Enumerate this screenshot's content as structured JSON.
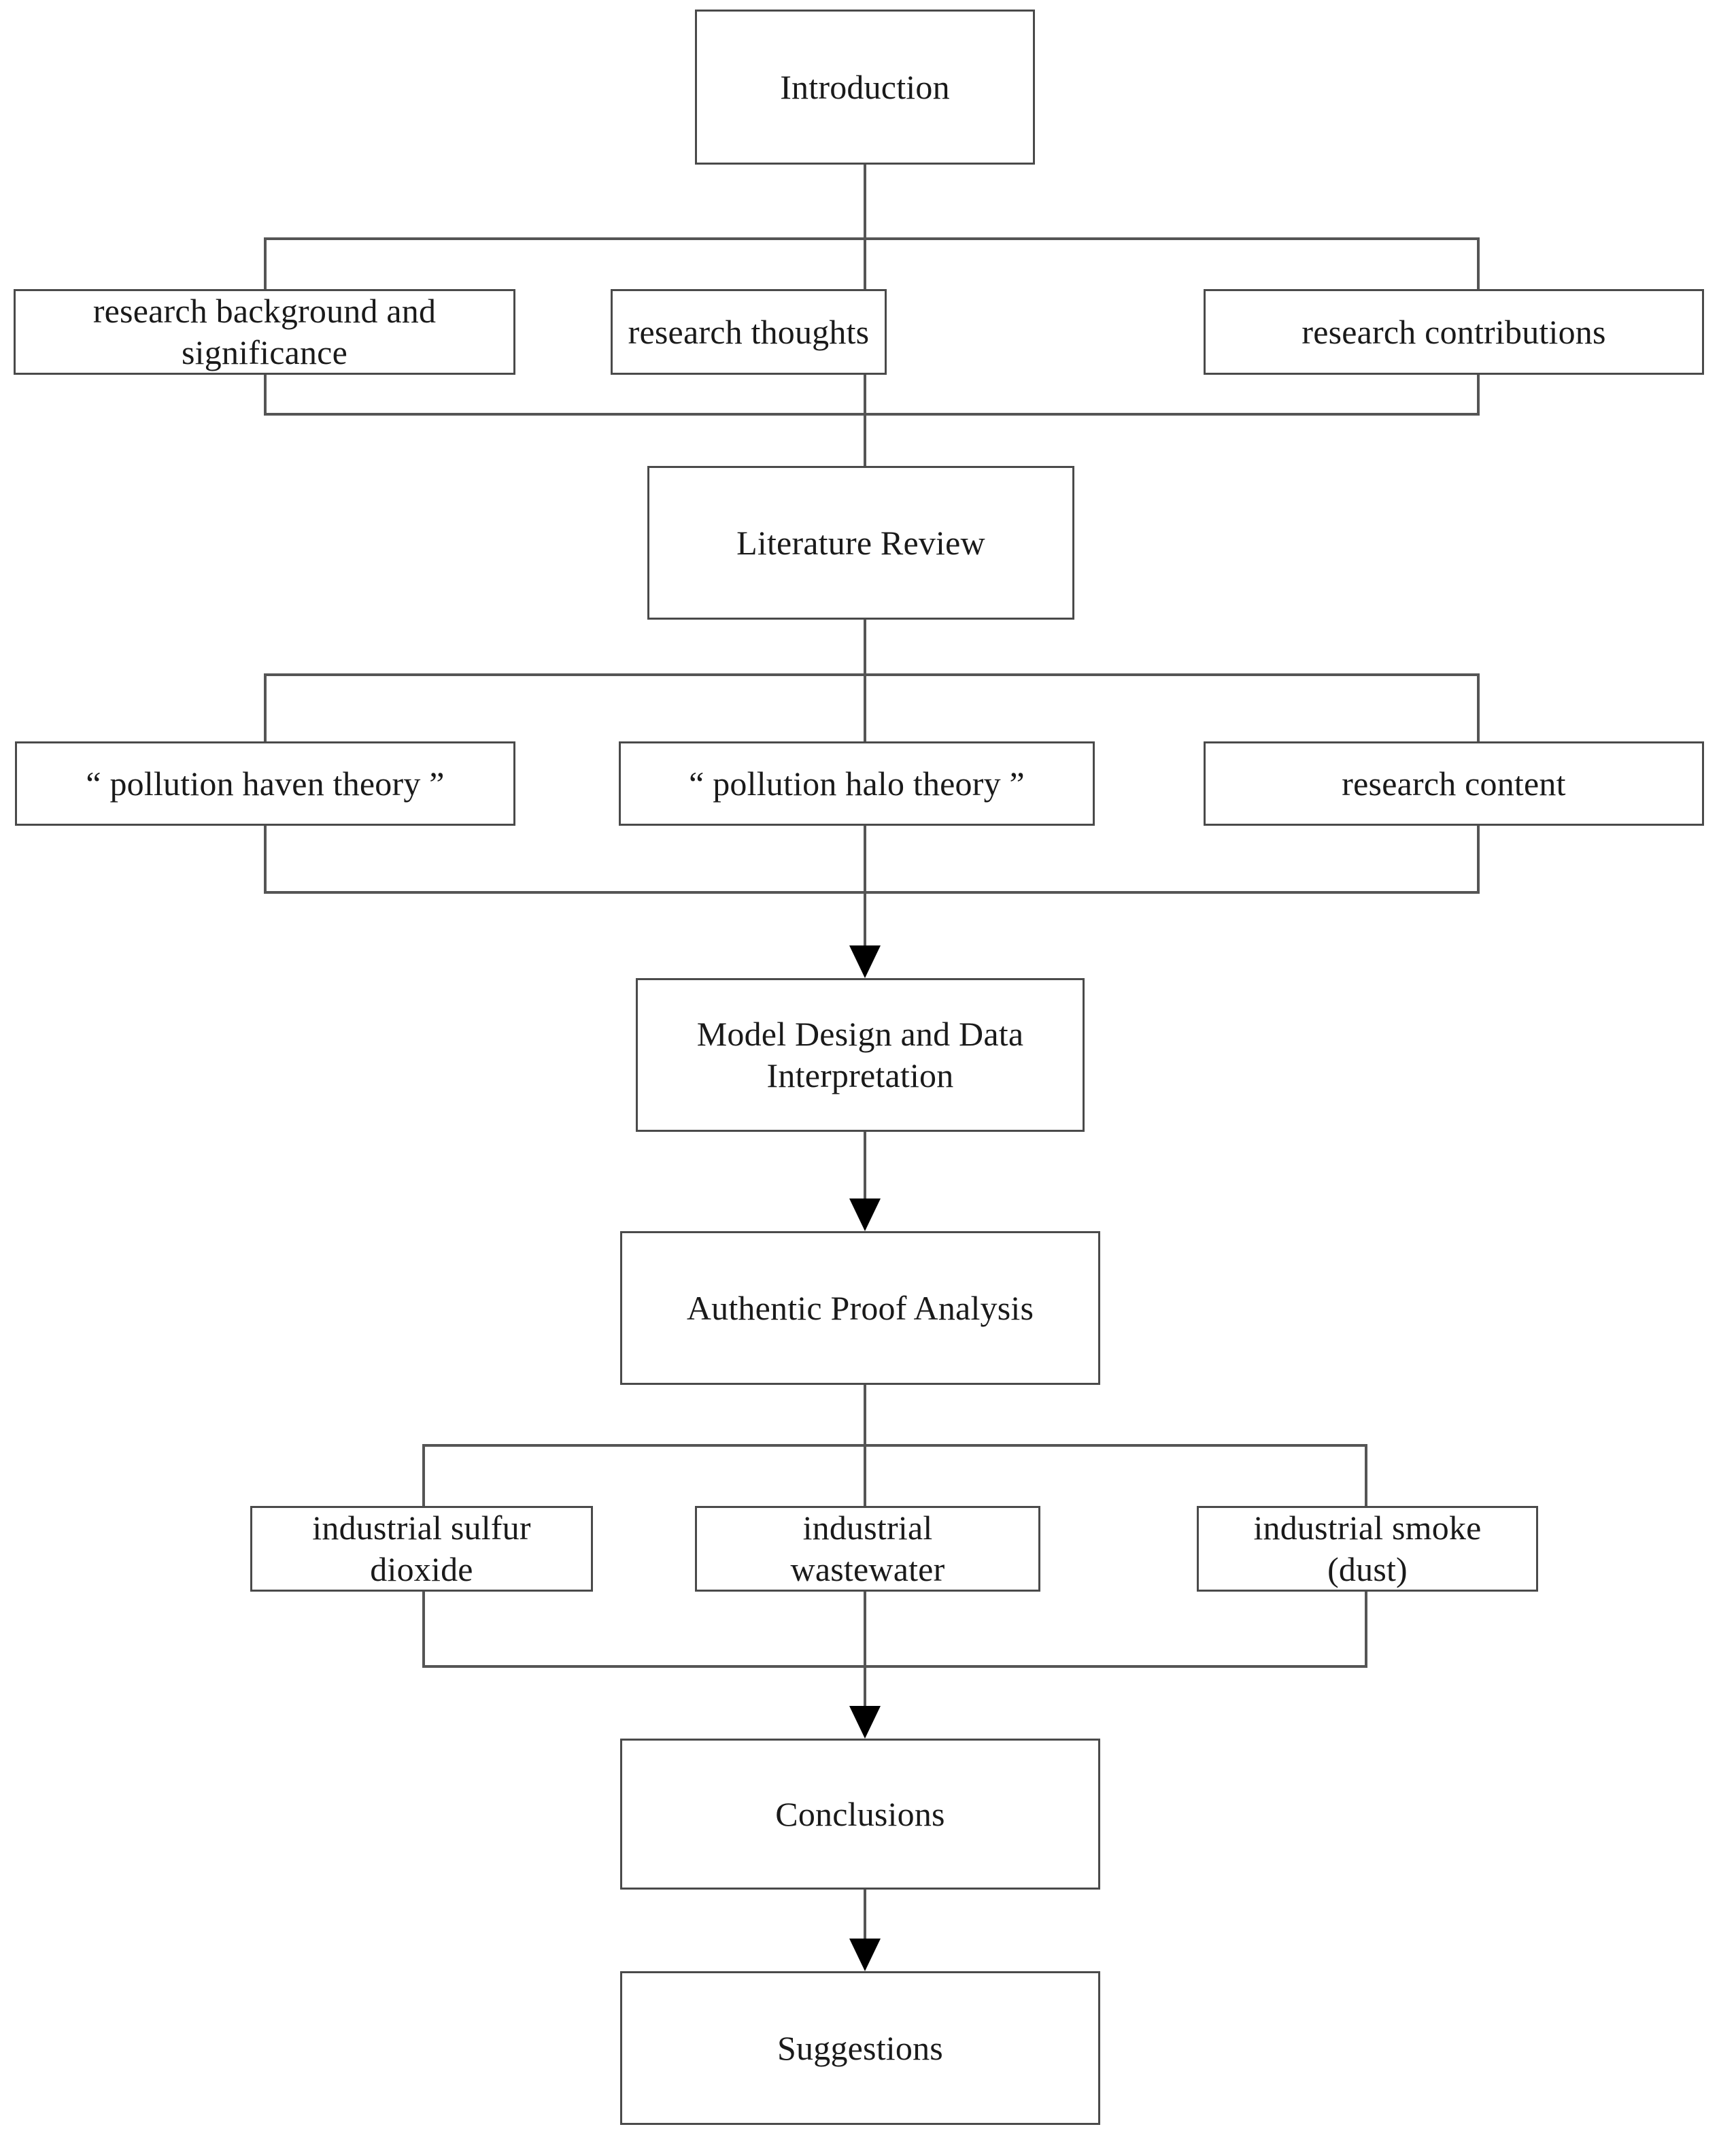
{
  "diagram": {
    "title": "Research Framework Flowchart",
    "type": "flowchart",
    "orientation": "top-to-bottom",
    "colors": {
      "box_border": "#4a4a4a",
      "connector": "#555555",
      "arrowhead": "#000000",
      "text": "#1a1a1a",
      "background": "#ffffff"
    },
    "nodes": {
      "introduction": "Introduction",
      "research_background": "research background and\nsignificance",
      "research_thoughts": "research thoughts",
      "research_contributions": "research contributions",
      "literature_review": "Literature Review",
      "pollution_haven": "“ pollution haven theory ”",
      "pollution_halo": "“ pollution halo theory ”",
      "research_content": "research content",
      "model_design": "Model Design and Data\nInterpretation",
      "authentic_proof": "Authentic Proof Analysis",
      "industrial_sulfur_dioxide": "industrial sulfur\ndioxide",
      "industrial_wastewater": "industrial\nwastewater",
      "industrial_smoke": "industrial smoke\n(dust)",
      "conclusions": "Conclusions",
      "suggestions": "Suggestions"
    },
    "groups": {
      "introduction_branches": [
        "research background and\nsignificance",
        "research thoughts",
        "research contributions"
      ],
      "literature_branches": [
        "“ pollution haven theory ”",
        "“ pollution halo theory ”",
        "research content"
      ],
      "proof_branches": [
        "industrial sulfur\ndioxide",
        "industrial\nwastewater",
        "industrial smoke\n(dust)"
      ]
    },
    "flow_sequence": [
      "Introduction",
      "Literature Review",
      "Model Design and Data Interpretation",
      "Authentic Proof Analysis",
      "Conclusions",
      "Suggestions"
    ]
  }
}
